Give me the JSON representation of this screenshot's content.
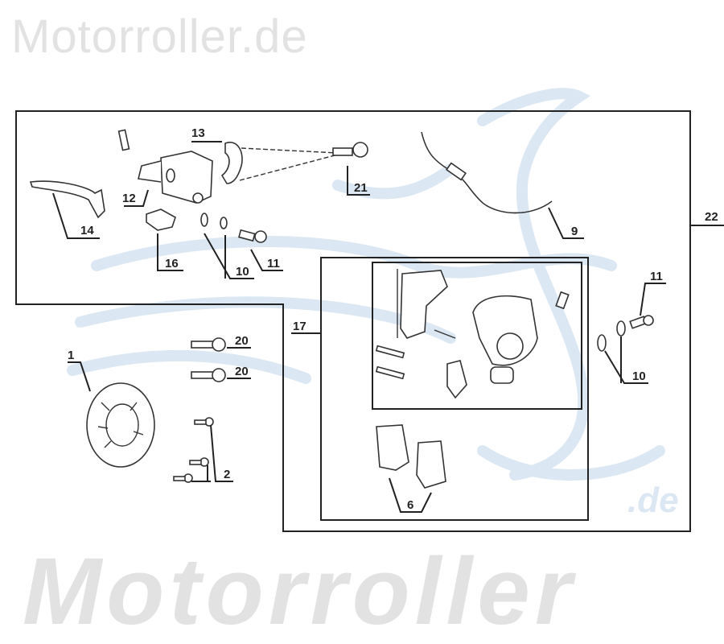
{
  "watermark": {
    "top": "Motorroller.de",
    "bottom": "Motorroller",
    "bottom_suffix": ".de"
  },
  "colors": {
    "watermark_gray": "#e0e0e0",
    "watermark_blue": "#dbe7f2",
    "line": "#222222"
  },
  "callouts": {
    "c13": "13",
    "c21": "21",
    "c12": "12",
    "c14": "14",
    "c16": "16",
    "c10a": "10",
    "c11a": "11",
    "c9": "9",
    "c22": "22",
    "c17": "17",
    "c11b": "11",
    "c10b": "10",
    "c1": "1",
    "c20a": "20",
    "c20b": "20",
    "c2": "2",
    "c6": "6"
  }
}
